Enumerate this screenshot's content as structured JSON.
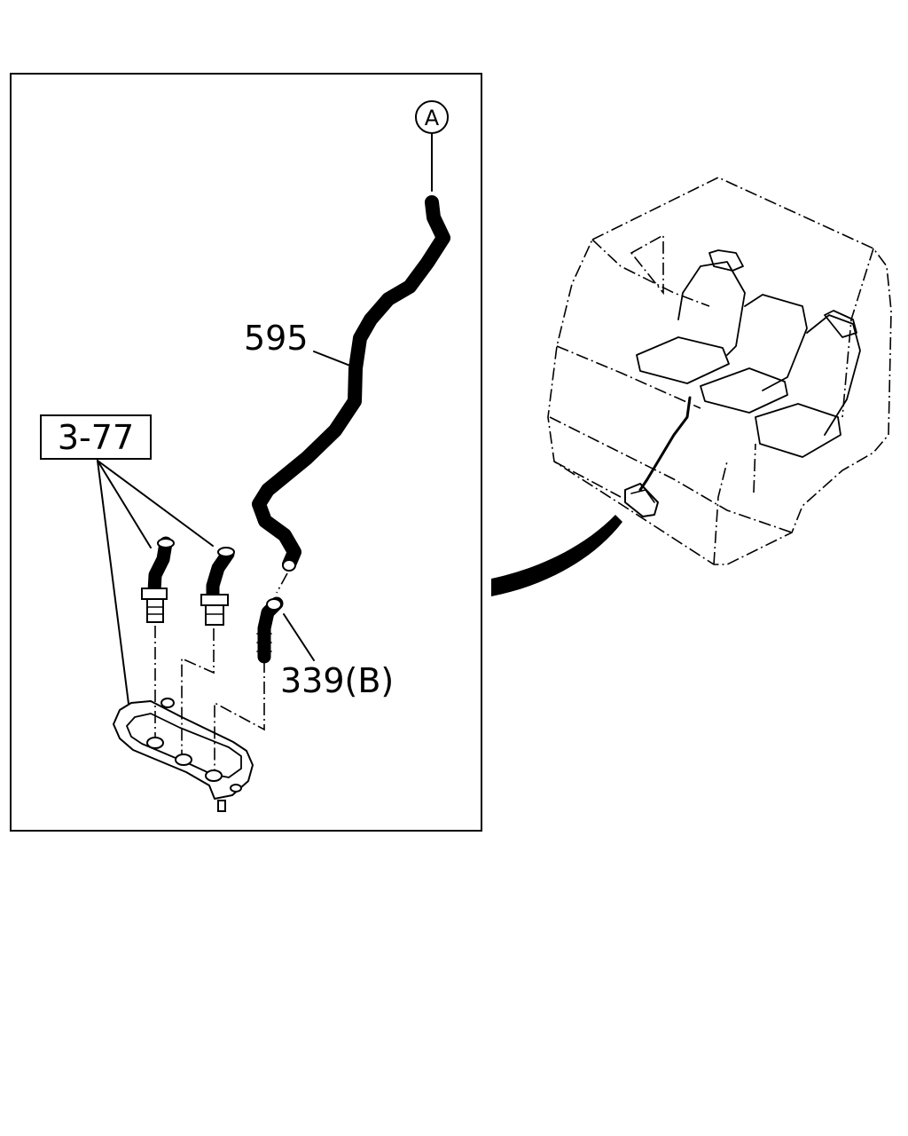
{
  "labels": {
    "hose_part": "595",
    "connector_part": "339(B)",
    "ref_group": "3-77",
    "circle_ref": "A"
  }
}
